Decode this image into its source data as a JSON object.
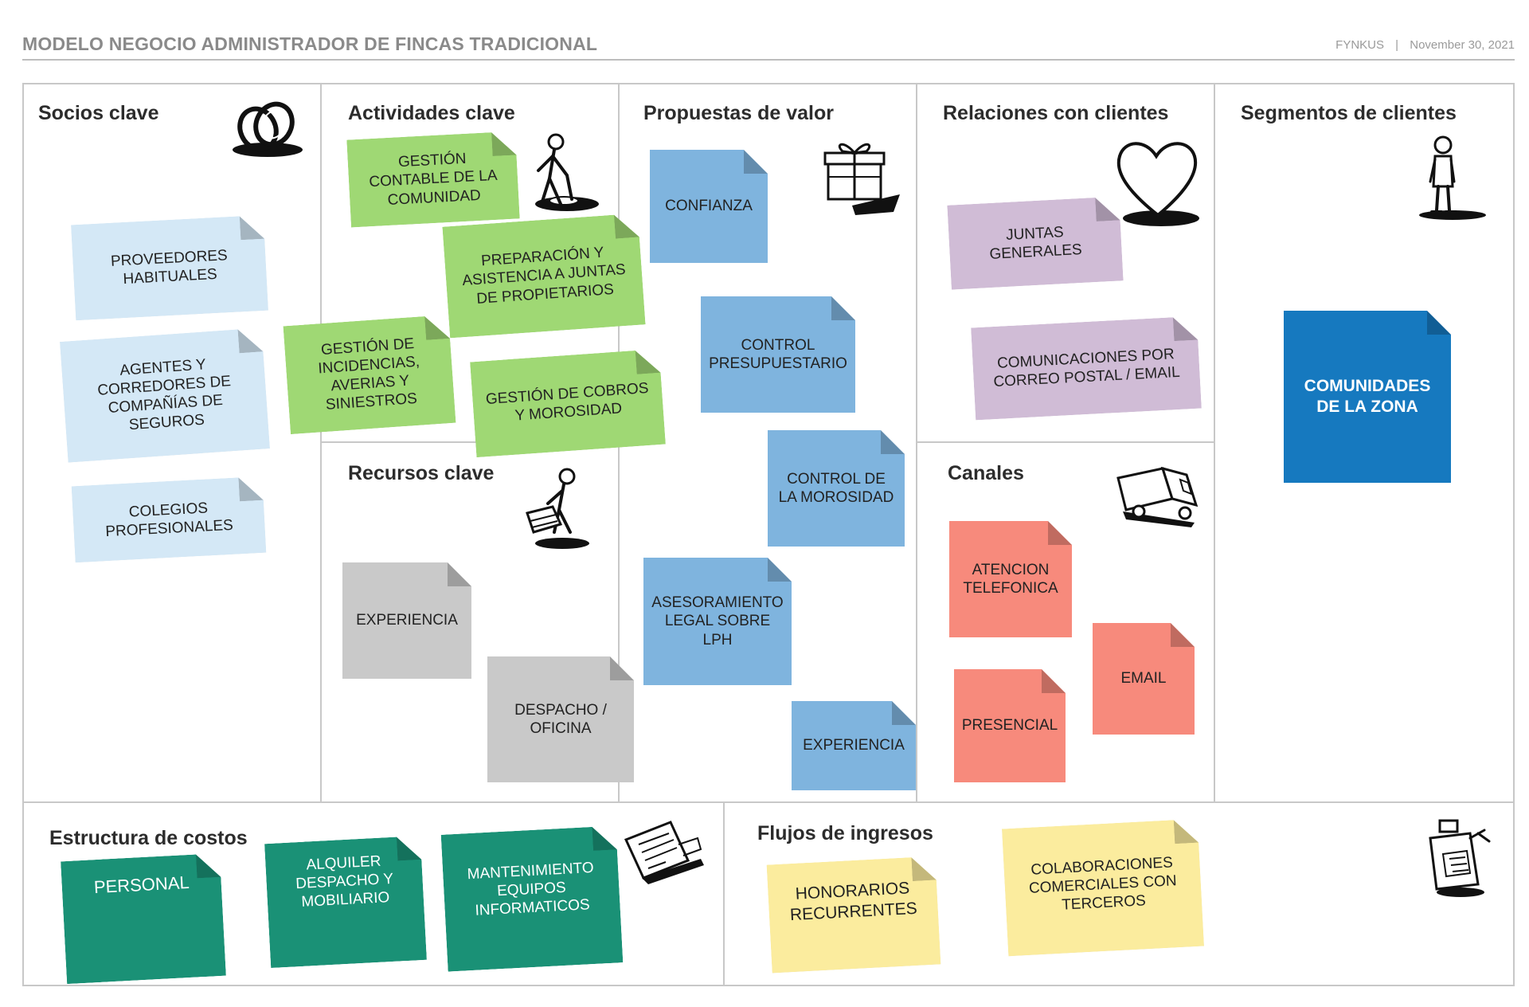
{
  "header": {
    "title": "MODELO NEGOCIO ADMINISTRADOR DE FINCAS TRADICIONAL",
    "brand": "FYNKUS",
    "separator": "|",
    "date": "November 30, 2021"
  },
  "sections": {
    "socios": {
      "title": "Socios clave",
      "notes": [
        "PROVEEDORES HABITUALES",
        "AGENTES Y CORREDORES DE COMPAÑÍAS DE SEGUROS",
        "COLEGIOS PROFESIONALES"
      ]
    },
    "actividades": {
      "title": "Actividades clave",
      "notes": [
        "GESTIÓN CONTABLE DE LA COMUNIDAD",
        "PREPARACIÓN Y ASISTENCIA A JUNTAS DE PROPIETARIOS",
        "GESTIÓN DE INCIDENCIAS, AVERIAS Y SINIESTROS",
        "GESTIÓN DE COBROS Y MOROSIDAD"
      ]
    },
    "recursos": {
      "title": "Recursos clave",
      "notes": [
        "EXPERIENCIA",
        "DESPACHO / OFICINA"
      ]
    },
    "propuestas": {
      "title": "Propuestas de valor",
      "notes": [
        "CONFIANZA",
        "CONTROL PRESUPUESTARIO",
        "CONTROL DE LA MOROSIDAD",
        "ASESORAMIENTO LEGAL SOBRE LPH",
        "EXPERIENCIA"
      ]
    },
    "relaciones": {
      "title": "Relaciones con clientes",
      "notes": [
        "JUNTAS GENERALES",
        "COMUNICACIONES POR CORREO POSTAL / EMAIL"
      ]
    },
    "canales": {
      "title": "Canales",
      "notes": [
        "ATENCION TELEFONICA",
        "EMAIL",
        "PRESENCIAL"
      ]
    },
    "segmentos": {
      "title": "Segmentos de clientes",
      "notes": [
        "COMUNIDADES DE LA ZONA"
      ]
    },
    "costos": {
      "title": "Estructura de costos",
      "notes": [
        "PERSONAL",
        "ALQUILER DESPACHO Y MOBILIARIO",
        "MANTENIMIENTO EQUIPOS INFORMATICOS"
      ]
    },
    "ingresos": {
      "title": "Flujos de ingresos",
      "notes": [
        "HONORARIOS RECURRENTES",
        "COLABORACIONES COMERCIALES CON TERCEROS"
      ]
    }
  },
  "icons": [
    "rings-icon",
    "digging-person-icon",
    "gift-icon",
    "heart-icon",
    "standing-person-icon",
    "person-with-machine-icon",
    "truck-icon",
    "receipt-icon",
    "cash-register-icon"
  ],
  "colors": {
    "socios_note": "#d4e8f6",
    "actividades_note": "#9fd874",
    "propuestas_note": "#7fb4de",
    "recursos_note": "#c9c9c9",
    "relaciones_note": "#d0bcd6",
    "canales_note": "#f78a7c",
    "segmentos_note": "#1679bf",
    "costos_note": "#1a9176",
    "ingresos_note": "#fbec9e"
  }
}
